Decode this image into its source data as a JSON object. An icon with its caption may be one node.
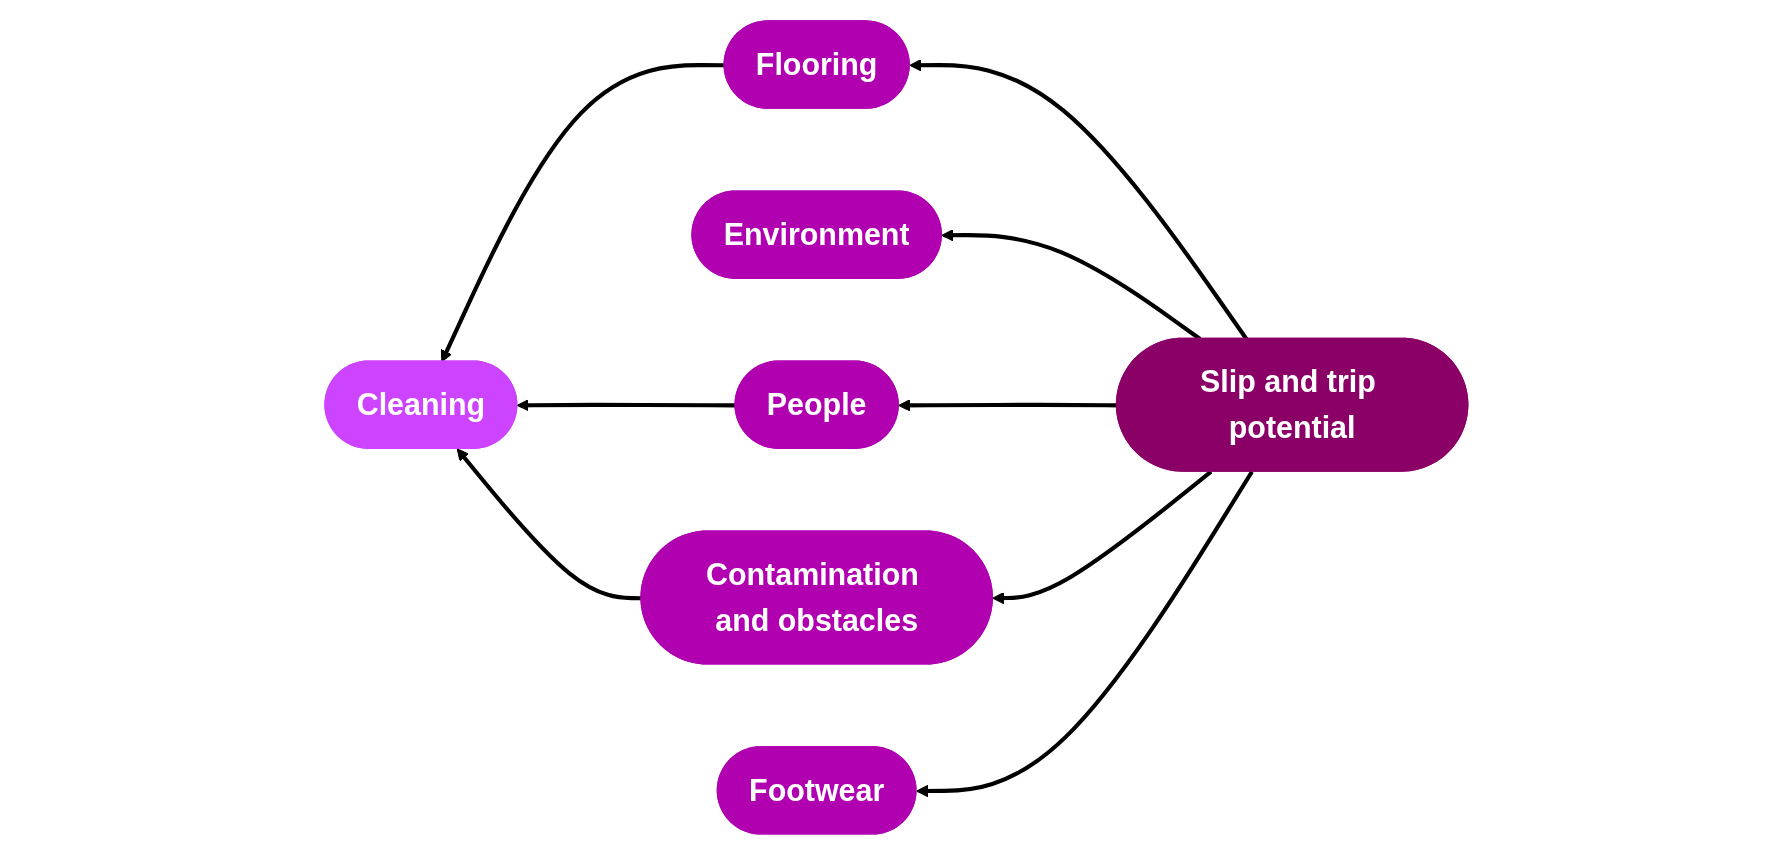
{
  "diagram": {
    "nodes": [
      {
        "text": [
          "Cleaning"
        ]
      },
      {
        "text": [
          "Flooring"
        ]
      },
      {
        "text": [
          "Environment"
        ]
      },
      {
        "text": [
          "People"
        ]
      },
      {
        "text": [
          "Slip and trip potential"
        ]
      },
      {
        "text": [
          "Contamination and obstacles"
        ]
      },
      {
        "text": [
          "Footwear"
        ]
      }
    ],
    "edges": [
      {
        "from": 1,
        "to": 0,
        "arrow": "to"
      },
      {
        "from": 3,
        "to": 0,
        "arrow": "to"
      },
      {
        "from": 5,
        "to": 0,
        "arrow": "to"
      },
      {
        "from": 4,
        "to": 1,
        "arrow": "to"
      },
      {
        "from": 4,
        "to": 2,
        "arrow": "to"
      },
      {
        "from": 4,
        "to": 3,
        "arrow": "to"
      },
      {
        "from": 4,
        "to": 5,
        "arrow": "to"
      },
      {
        "from": 4,
        "to": 6,
        "arrow": "to"
      }
    ]
  }
}
